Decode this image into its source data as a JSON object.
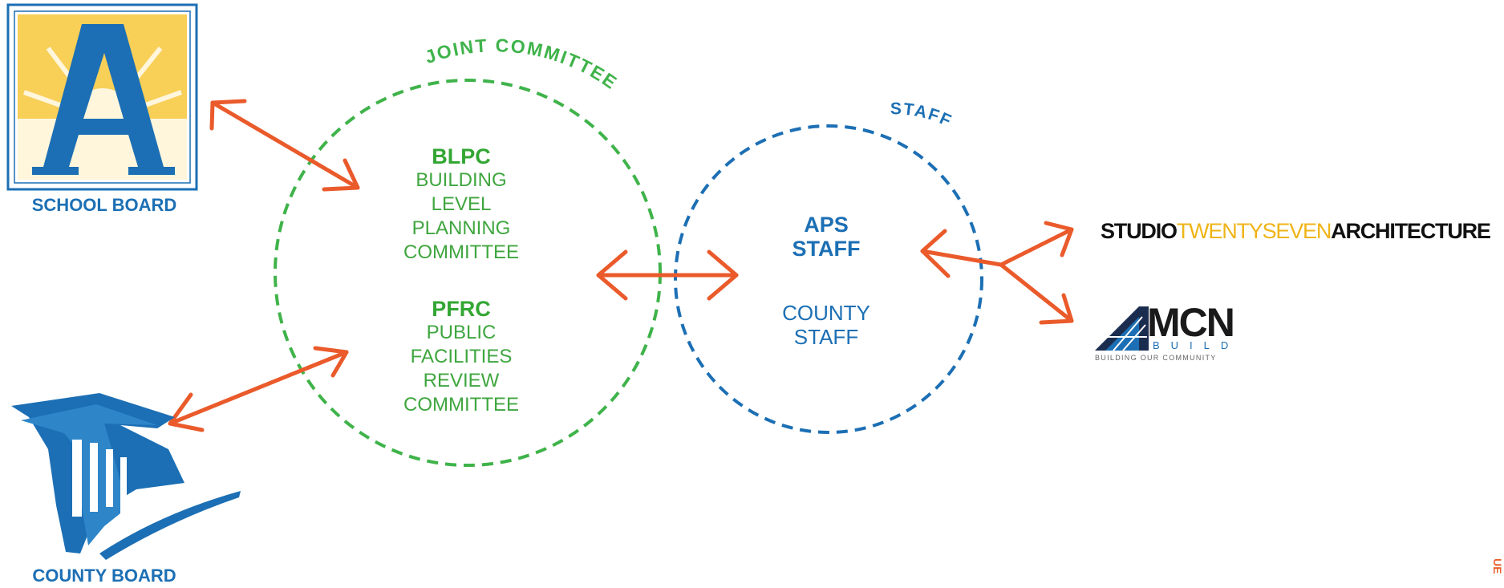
{
  "colors": {
    "arrow": "#ea5a2b",
    "committee_green": "#3fb34a",
    "staff_blue": "#1c6fb4",
    "studio_yellow": "#efb417",
    "logo_sun": "#f8cf57"
  },
  "logos": {
    "school_board": {
      "icon": "school-board-a-logo",
      "label": "SCHOOL BOARD"
    },
    "county_board": {
      "icon": "county-board-columns-logo",
      "label": "COUNTY BOARD"
    },
    "studio": {
      "part1": "STUDIO",
      "part2": "TWENTYSEVEN",
      "part3": "ARCHITECTURE"
    },
    "mcn": {
      "word": "MCN",
      "build": "BUILD",
      "tagline": "BUILDING OUR COMMUNITY",
      "icon": "mcn-building-logo"
    }
  },
  "joint_committee": {
    "label": "JOINT COMMITTEE",
    "blpc": {
      "abbr": "BLPC",
      "lines": [
        "BUILDING",
        "LEVEL",
        "PLANNING",
        "COMMITTEE"
      ]
    },
    "pfrc": {
      "abbr": "PFRC",
      "lines": [
        "PUBLIC",
        "FACILITIES",
        "REVIEW",
        "COMMITTEE"
      ]
    }
  },
  "staff": {
    "label": "STAFF",
    "aps": [
      "APS",
      "STAFF"
    ],
    "county": [
      "COUNTY",
      "STAFF"
    ]
  },
  "edge_fragment": "UE"
}
